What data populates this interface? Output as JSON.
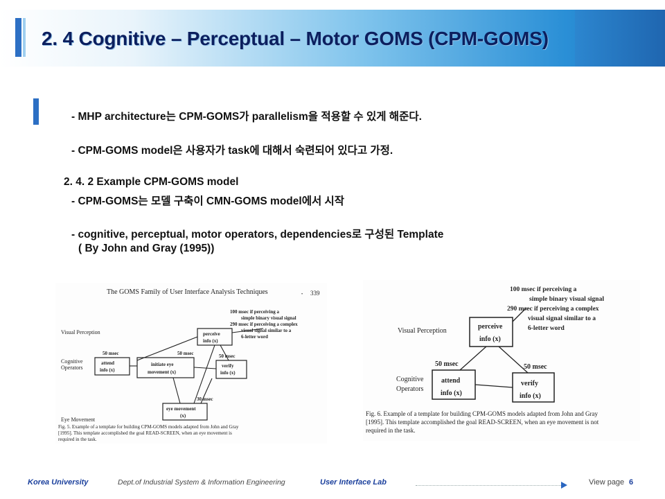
{
  "title": "2. 4  Cognitive – Perceptual – Motor GOMS (CPM-GOMS)",
  "lines": [
    "- MHP architecture는 CPM-GOMS가 parallelism을 적용할 수 있게 해준다.",
    "- CPM-GOMS model은 사용자가 task에 대해서 숙련되어 있다고 가정.",
    "2. 4. 2  Example CPM-GOMS model",
    "- CPM-GOMS는 모델 구축이 CMN-GOMS model에서 시작",
    "- cognitive, perceptual, motor operators, dependencies로 구성된 Template",
    "( By John and Gray (1995))"
  ],
  "figure_left": {
    "header": "The GOMS Family of User Interface Analysis Techniques",
    "page_no": "339",
    "note_lines": [
      "100 msec if perceiving a",
      "simple binary visual signal",
      "290 msec if perceiving a complex",
      "visual signal similar to a",
      "6-letter word"
    ],
    "row_visual": "Visual Perception",
    "row_cognitive_1": "Cognitive",
    "row_cognitive_2": "Operators",
    "row_eye": "Eye Movement",
    "box_attend": [
      "attend",
      "info (x)"
    ],
    "box_initiate": [
      "initiate eye",
      "movement (x)"
    ],
    "box_verify": [
      "verify",
      "info (x)"
    ],
    "box_perceive": [
      "perceive",
      "info (x)"
    ],
    "box_eye": [
      "eye movement",
      "(x)"
    ],
    "d50a": "50 msec",
    "d50b": "50 msec",
    "d50c": "50 msec",
    "d30": "30 msec",
    "caption_lines": [
      "Fig. 5.   Example of a template for building CPM-GOMS models adapted from John and Gray",
      "[1995]. This template accomplished the goal READ-SCREEN, when an eye movement is",
      "required in the task."
    ]
  },
  "figure_right": {
    "note_lines": [
      "100 msec if perceiving a",
      "simple binary visual signal",
      "290 msec if perceiving a complex",
      "visual signal similar to a",
      "6-letter word"
    ],
    "row_visual": "Visual Perception",
    "row_cognitive_1": "Cognitive",
    "row_cognitive_2": "Operators",
    "box_perceive": [
      "perceive",
      "info (x)"
    ],
    "box_attend": [
      "attend",
      "info (x)"
    ],
    "box_verify": [
      "verify",
      "info (x)"
    ],
    "d50a": "50 msec",
    "d50b": "50 msec",
    "caption_lines": [
      "Fig. 6.   Example of a template for building CPM-GOMS models adapted from John and Gray",
      "[1995]. This template accomplished the goal READ-SCREEN, when an eye movement is not",
      "required in the task."
    ]
  },
  "footer": {
    "university": "Korea University",
    "dept": "Dept.of  Industrial  System & Information Engineering",
    "lab": "User Interface  Lab",
    "view": "View page",
    "page": "6"
  },
  "colors": {
    "title": "#0c1f5e",
    "accent": "#2c6fc4",
    "footer_blue": "#1a3f9c"
  }
}
